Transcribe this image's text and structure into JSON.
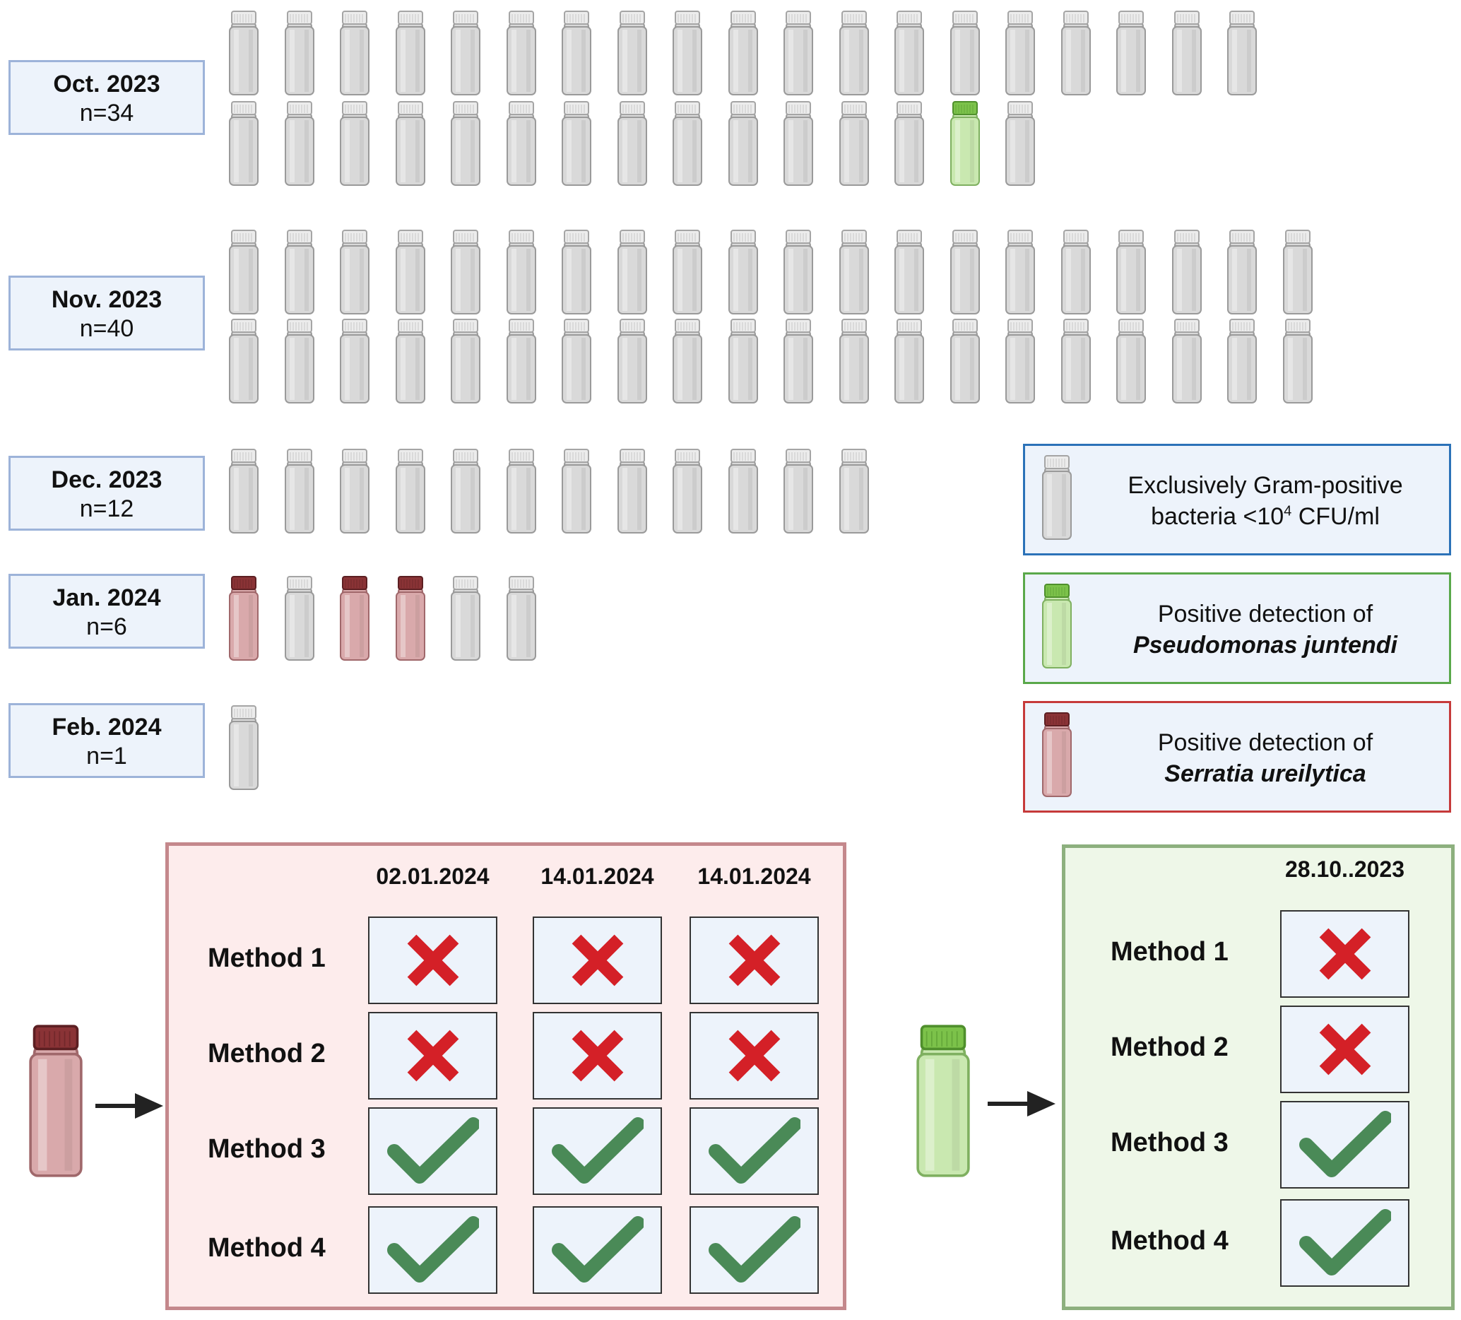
{
  "months": [
    {
      "label": "Oct. 2023",
      "count": "n=34",
      "rows": [
        19,
        15
      ],
      "green_index": 32,
      "red_indices": []
    },
    {
      "label": "Nov. 2023",
      "count": "n=40",
      "rows": [
        20,
        20
      ],
      "green_index": -1,
      "red_indices": []
    },
    {
      "label": "Dec. 2023",
      "count": "n=12",
      "rows": [
        12
      ],
      "green_index": -1,
      "red_indices": []
    },
    {
      "label": "Jan. 2024",
      "count": "n=6",
      "rows": [
        6
      ],
      "green_index": -1,
      "red_indices": [
        0,
        2,
        3
      ]
    },
    {
      "label": "Feb. 2024",
      "count": "n=1",
      "rows": [
        1
      ],
      "green_index": -1,
      "red_indices": []
    }
  ],
  "legend": {
    "gray": {
      "line1": "Exclusively Gram-positive",
      "line2_pre": "bacteria <10",
      "line2_sup": "4",
      "line2_post": " CFU/ml",
      "border": "#2b72b8"
    },
    "green": {
      "line1": "Positive detection of",
      "species": "Pseudomonas juntendi",
      "border": "#5aa84a"
    },
    "red": {
      "line1": "Positive detection of",
      "species": "Serratia ureilytica",
      "border": "#c63a3a"
    }
  },
  "serratia_panel": {
    "dates": [
      "02.01.2024",
      "14.01.2024",
      "14.01.2024"
    ],
    "methods": [
      "Method 1",
      "Method 2",
      "Method 3",
      "Method 4"
    ],
    "results": [
      [
        "fail",
        "fail",
        "fail"
      ],
      [
        "fail",
        "fail",
        "fail"
      ],
      [
        "pass",
        "pass",
        "pass"
      ],
      [
        "pass",
        "pass",
        "pass"
      ]
    ]
  },
  "pseudomonas_panel": {
    "dates": [
      "28.10..2023"
    ],
    "methods": [
      "Method 1",
      "Method 2",
      "Method 3",
      "Method 4"
    ],
    "results": [
      [
        "fail"
      ],
      [
        "fail"
      ],
      [
        "pass"
      ],
      [
        "pass"
      ]
    ]
  },
  "colors": {
    "gray_bottle": "#d9d9d9",
    "green_bottle": "#c9e8b0",
    "red_bottle": "#d9a9ab",
    "gray_cap": "#ececec",
    "green_cap": "#7cc24a",
    "red_cap": "#8a3336",
    "fail_mark": "#d42027",
    "pass_mark": "#4a8a57",
    "serratia_panel_bg": "#fdecec",
    "serratia_panel_border": "#c4888c",
    "pseudomonas_panel_bg": "#eef7e8",
    "pseudomonas_panel_border": "#8db07e"
  }
}
